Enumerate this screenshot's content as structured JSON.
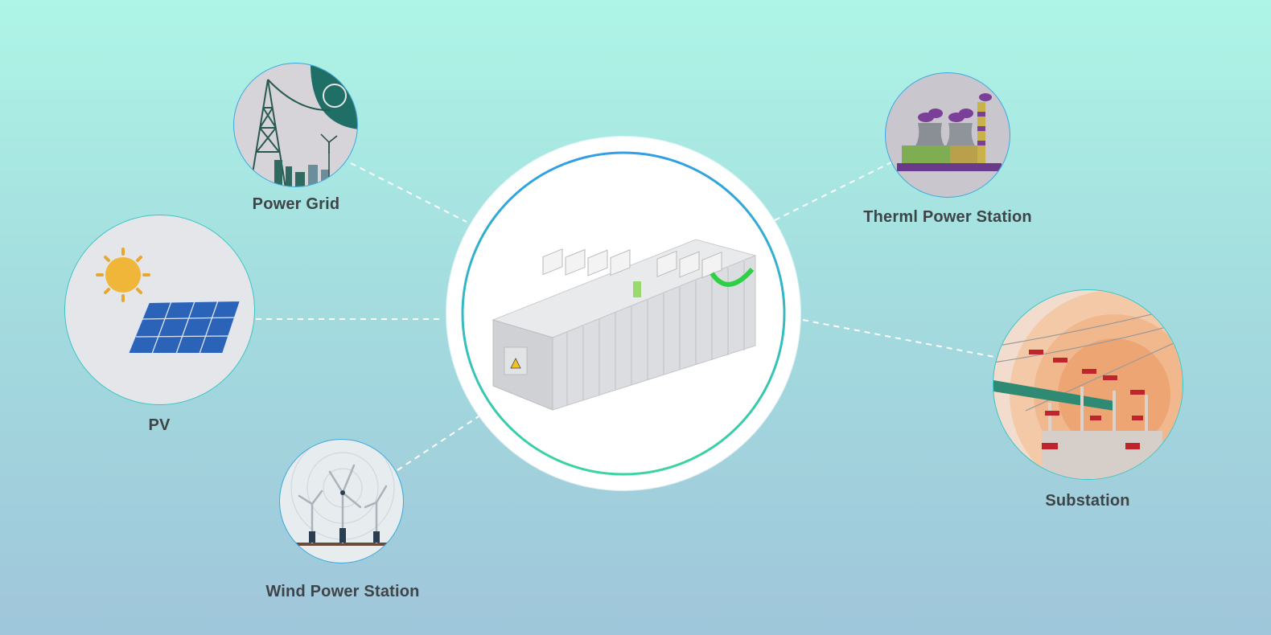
{
  "nodes": {
    "power_grid": {
      "label": "Power Grid"
    },
    "pv": {
      "label": "PV"
    },
    "wind": {
      "label": "Wind Power Station"
    },
    "thermal": {
      "label": "Therml Power Station"
    },
    "substation": {
      "label": "Substation"
    }
  },
  "center": {
    "icon": "battery-storage-container"
  },
  "colors": {
    "accent_blue": "#2f9fe6",
    "accent_green": "#39d5a0",
    "connector": "#ffffff"
  }
}
